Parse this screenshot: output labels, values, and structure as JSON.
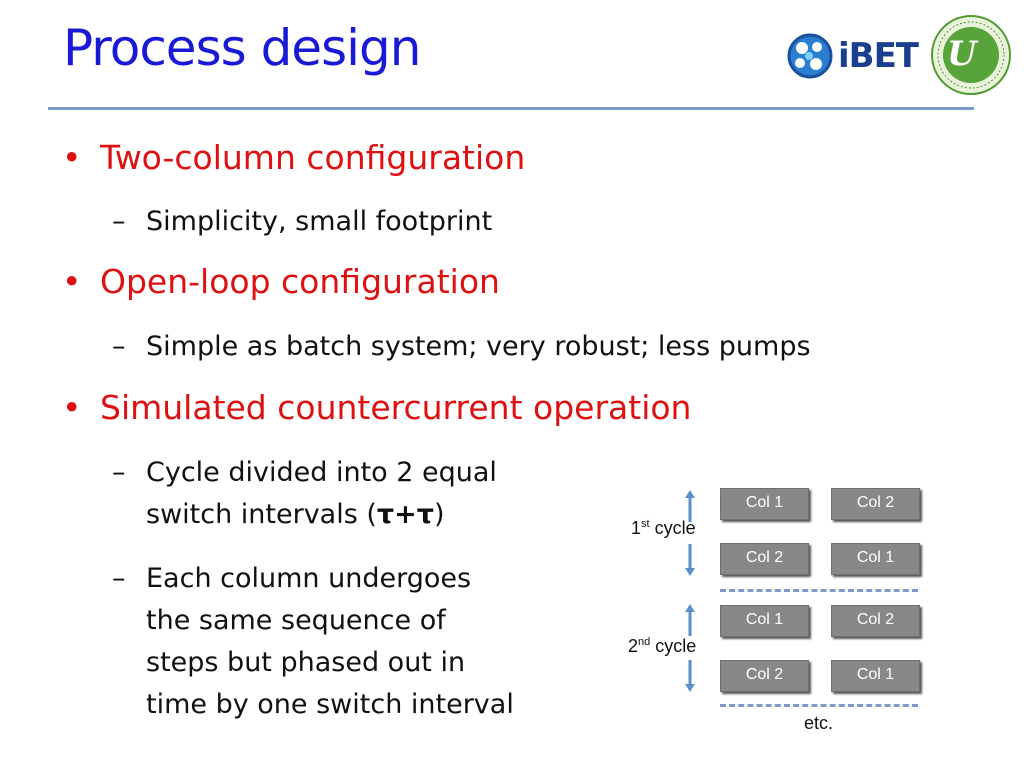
{
  "title": "Process design",
  "bullets": [
    {
      "text": "Two-column configuration",
      "sub": [
        "Simplicity, small footprint"
      ]
    },
    {
      "text": "Open-loop configuration",
      "sub": [
        "Simple as batch system; very robust; less pumps"
      ]
    },
    {
      "text": "Simulated countercurrent operation"
    }
  ],
  "sub3": {
    "item1_line1": "Cycle divided into 2 equal",
    "item1_line2_pre": "switch intervals (",
    "item1_line2_bold": "τ+τ",
    "item1_line2_post": ")",
    "item2_lines": [
      "Each column undergoes",
      "the same sequence of",
      "steps but phased out in",
      "time by one switch interval"
    ]
  },
  "bullet_glyph": "•",
  "dash_glyph": "–",
  "logos": {
    "ibet": "iBET",
    "unl": "U"
  },
  "diagram": {
    "cycles": [
      {
        "num": "1",
        "sup": "st",
        "word": "cycle",
        "rows": [
          [
            "Col 1",
            "Col 2"
          ],
          [
            "Col 2",
            "Col 1"
          ]
        ]
      },
      {
        "num": "2",
        "sup": "nd",
        "word": "cycle",
        "rows": [
          [
            "Col 1",
            "Col 2"
          ],
          [
            "Col 2",
            "Col 1"
          ]
        ]
      }
    ],
    "etc": "etc."
  },
  "colors": {
    "title": "#1a1ad6",
    "bullet": "#dd1111",
    "box": "#888888",
    "rule": "#7a9cc6"
  }
}
